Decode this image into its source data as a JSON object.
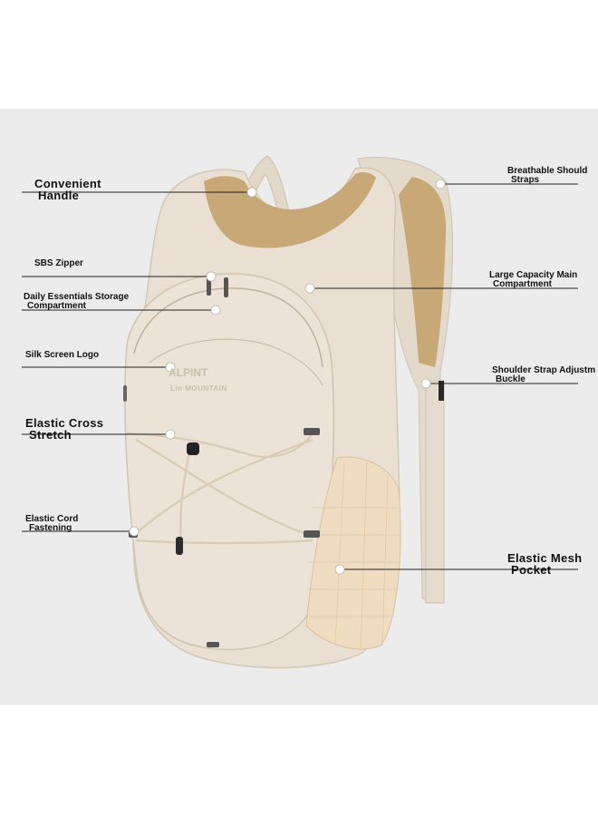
{
  "brand": {
    "logo_text": "ALPINT",
    "sub_text": "Lin MOUNTAIN"
  },
  "colors": {
    "background": "#ececec",
    "bag_body": "#e9e0d3",
    "bag_shadow": "#d8cdbd",
    "straps_mesh": "#c9a877",
    "callout_line": "#222222"
  },
  "callouts": [
    {
      "id": "handle",
      "line1": "Convenient",
      "line2": "Handle"
    },
    {
      "id": "zipper",
      "line1": "SBS Zipper",
      "line2": ""
    },
    {
      "id": "storage",
      "line1": "Daily Essentials Storage",
      "line2": "Compartment"
    },
    {
      "id": "logo",
      "line1": "Silk Screen Logo",
      "line2": ""
    },
    {
      "id": "cross",
      "line1": "Elastic Cross",
      "line2": "Stretch"
    },
    {
      "id": "cord",
      "line1": "Elastic Cord",
      "line2": "Fastening"
    },
    {
      "id": "shoulder",
      "line1": "Breathable Should",
      "line2": "Straps"
    },
    {
      "id": "main",
      "line1": "Large Capacity Main",
      "line2": "Compartment"
    },
    {
      "id": "buckle",
      "line1": "Shoulder Strap Adjustm",
      "line2": "Buckle"
    },
    {
      "id": "mesh",
      "line1": "Elastic Mesh",
      "line2": "Pocket"
    }
  ]
}
